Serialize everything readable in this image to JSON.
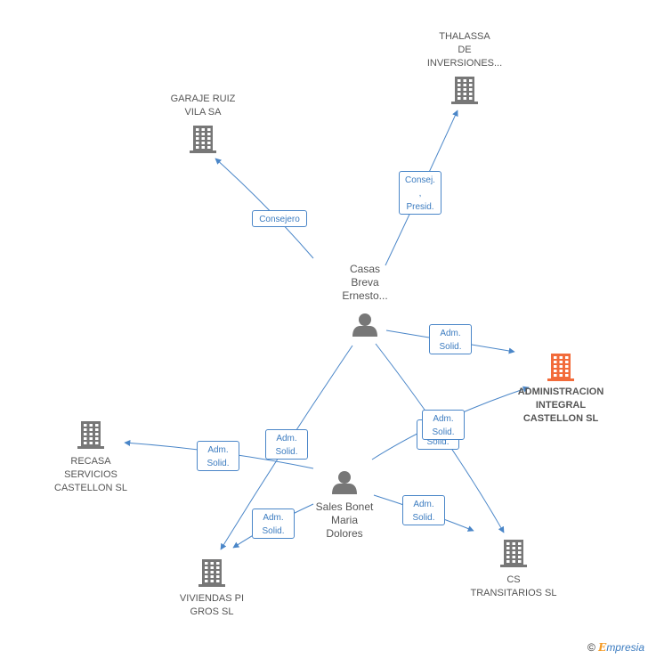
{
  "colors": {
    "edge": "#4a86c8",
    "company": "#777777",
    "focus_company": "#f26b3a",
    "person": "#777777"
  },
  "persons": [
    {
      "id": "casas",
      "lines": [
        "Casas",
        "Breva",
        "Ernesto..."
      ]
    },
    {
      "id": "sales",
      "lines": [
        "Sales Bonet",
        "Maria",
        "Dolores"
      ]
    }
  ],
  "companies": [
    {
      "id": "thalassa",
      "lines": [
        "THALASSA",
        "DE",
        "INVERSIONES..."
      ],
      "focus": false
    },
    {
      "id": "garaje",
      "lines": [
        "GARAJE RUIZ",
        "VILA SA"
      ],
      "focus": false
    },
    {
      "id": "admin",
      "lines": [
        "ADMINISTRACION",
        "INTEGRAL",
        "CASTELLON SL"
      ],
      "focus": true
    },
    {
      "id": "recasa",
      "lines": [
        "RECASA",
        "SERVICIOS",
        "CASTELLON  SL"
      ],
      "focus": false
    },
    {
      "id": "viviendas",
      "lines": [
        "VIVIENDAS PI",
        "GROS  SL"
      ],
      "focus": false
    },
    {
      "id": "cs",
      "lines": [
        "CS",
        "TRANSITARIOS SL"
      ],
      "focus": false
    }
  ],
  "edges": [
    {
      "from": "casas",
      "to": "garaje",
      "label": [
        "Consejero"
      ]
    },
    {
      "from": "casas",
      "to": "thalassa",
      "label": [
        "Consej. ,",
        "Presid."
      ]
    },
    {
      "from": "casas",
      "to": "admin",
      "label": [
        "Adm.",
        "Solid."
      ]
    },
    {
      "from": "casas",
      "to": "cs",
      "label": [
        "Adm.",
        "Solid."
      ]
    },
    {
      "from": "casas",
      "to": "viviendas",
      "label": [
        "Adm.",
        "Solid."
      ]
    },
    {
      "from": "sales",
      "to": "admin",
      "label": [
        "Adm.",
        "Solid."
      ]
    },
    {
      "from": "sales",
      "to": "recasa",
      "label": [
        "Adm.",
        "Solid."
      ]
    },
    {
      "from": "sales",
      "to": "viviendas",
      "label": [
        "Adm.",
        "Solid."
      ]
    },
    {
      "from": "sales",
      "to": "cs",
      "label": [
        "Adm.",
        "Solid."
      ]
    }
  ],
  "brand": {
    "copyright": "©",
    "e": "E",
    "rest": "mpresia"
  }
}
